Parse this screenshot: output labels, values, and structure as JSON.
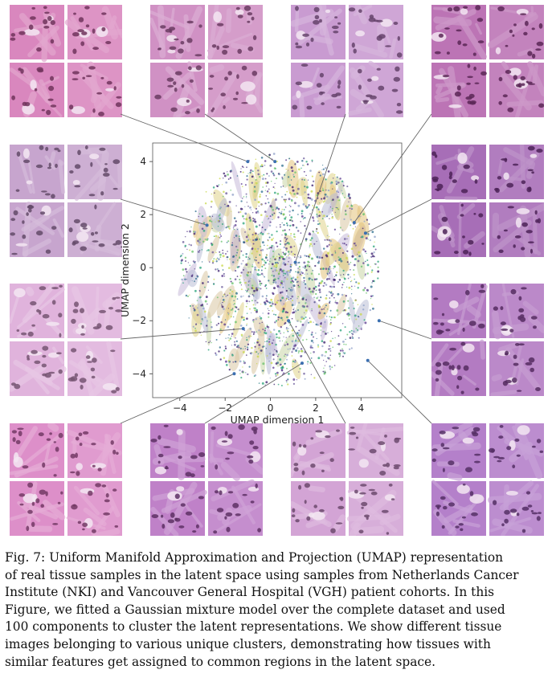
{
  "figure": {
    "caption": {
      "label": "Fig. 7:",
      "text": "Uniform Manifold Approximation and Projection (UMAP) representation of real tissue samples in the latent space using samples from Netherlands Cancer Institute (NKI) and Vancouver General Hospital (VGH) patient cohorts. In this Figure, we fitted a Gaussian mixture model over the complete dataset and used 100 components to cluster the latent representations. We show different tissue images belonging to various unique clusters, demonstrating how tissues with similar features get assigned to common regions in the latent space."
    },
    "caption_lines": [
      "Fig. 7: Uniform Manifold Approximation and Projection (UMAP) representation",
      "of real tissue samples in the latent space using samples from Netherlands Cancer",
      "Institute (NKI) and Vancouver General Hospital (VGH) patient cohorts. In this",
      "Figure, we fitted a Gaussian mixture model over the complete dataset and used",
      "100 components to cluster the latent representations. We show different tissue",
      "images belonging to various unique clusters, demonstrating how tissues with",
      "similar features get assigned to common regions in the latent space."
    ],
    "tile_groups": [
      {
        "name": "cluster-top-1",
        "tone": "#cc5fa8",
        "point": [
          -1.0,
          4.0
        ]
      },
      {
        "name": "cluster-top-2",
        "tone": "#c06cb0",
        "point": [
          0.2,
          4.0
        ]
      },
      {
        "name": "cluster-top-3",
        "tone": "#b77ac2",
        "point": [
          1.1,
          0.2
        ]
      },
      {
        "name": "cluster-top-4",
        "tone": "#a5469c",
        "point": [
          3.7,
          1.7
        ]
      },
      {
        "name": "cluster-left-1",
        "tone": "#b487bd",
        "point": [
          -2.8,
          1.6
        ]
      },
      {
        "name": "cluster-right-1",
        "tone": "#8a3d9f",
        "point": [
          4.2,
          1.3
        ]
      },
      {
        "name": "cluster-left-2",
        "tone": "#d59ad0",
        "point": [
          -1.2,
          -2.3
        ]
      },
      {
        "name": "cluster-right-2",
        "tone": "#9a4fae",
        "point": [
          4.8,
          -2.0
        ]
      },
      {
        "name": "cluster-bottom-1",
        "tone": "#d169b7",
        "point": [
          -1.6,
          -4.0
        ]
      },
      {
        "name": "cluster-bottom-2",
        "tone": "#a957b6",
        "point": [
          1.4,
          -3.6
        ]
      },
      {
        "name": "cluster-bottom-3",
        "tone": "#c486c7",
        "point": [
          0.8,
          -2.0
        ]
      },
      {
        "name": "cluster-bottom-4",
        "tone": "#9b55b8",
        "point": [
          4.3,
          -3.5
        ]
      }
    ]
  },
  "chart_data": {
    "type": "scatter",
    "title": "",
    "xlabel": "UMAP dimension 1",
    "ylabel": "UMAP dimension 2",
    "xlim": [
      -5.2,
      5.8
    ],
    "ylim": [
      -4.9,
      4.7
    ],
    "xticks": [
      -4,
      -2,
      0,
      2,
      4
    ],
    "yticks": [
      -4,
      -2,
      0,
      2,
      4
    ],
    "xtick_labels": [
      "−4",
      "−2",
      "0",
      "2",
      "4"
    ],
    "ytick_labels": [
      "−4",
      "−2",
      "0",
      "2",
      "4"
    ],
    "grid": false,
    "legend": "none",
    "components": 100,
    "point_colors": [
      "#3b1f6e",
      "#5a3a8e",
      "#2f6f8f",
      "#2aa37a",
      "#67c26b",
      "#c8d84a",
      "#6a5a9a",
      "#8fa0c8"
    ],
    "ellipse_colors": [
      "#e3c27a",
      "#b9bdd6",
      "#c9d6a6",
      "#d9c7a3",
      "#c7b9d9",
      "#e0d48a"
    ],
    "annotations": [
      {
        "x": -1.0,
        "y": 4.0
      },
      {
        "x": 0.2,
        "y": 4.0
      },
      {
        "x": 1.1,
        "y": 0.2
      },
      {
        "x": 3.7,
        "y": 1.7
      },
      {
        "x": -2.8,
        "y": 1.6
      },
      {
        "x": 4.2,
        "y": 1.3
      },
      {
        "x": -1.2,
        "y": -2.3
      },
      {
        "x": 4.8,
        "y": -2.0
      },
      {
        "x": -1.6,
        "y": -4.0
      },
      {
        "x": 1.4,
        "y": -3.6
      },
      {
        "x": 0.8,
        "y": -2.0
      },
      {
        "x": 4.3,
        "y": -3.5
      }
    ]
  }
}
